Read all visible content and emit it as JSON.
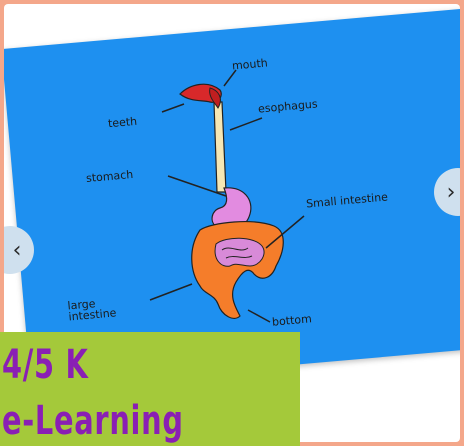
{
  "diagram": {
    "labels": {
      "mouth": "mouth",
      "teeth": "teeth",
      "esophagus": "esophagus",
      "stomach": "stomach",
      "small_intestine": "Small intestine",
      "large_intestine": "large intestine",
      "bottom": "bottom"
    },
    "colors": {
      "slide_bg": "#1e90f0",
      "page_bg": "#f4a78a",
      "mouth": "#d8282a",
      "esophagus": "#f6e7b4",
      "stomach": "#e28be0",
      "intestine": "#f57d2a",
      "small_intestine": "#d88ad8"
    }
  },
  "navigation": {
    "prev_icon": "‹",
    "next_icon": "›"
  },
  "banner": {
    "line1": "4/5 K",
    "line2": "e-Learning",
    "bg_color": "#a4c93a",
    "text_color": "#8a1fb4"
  }
}
